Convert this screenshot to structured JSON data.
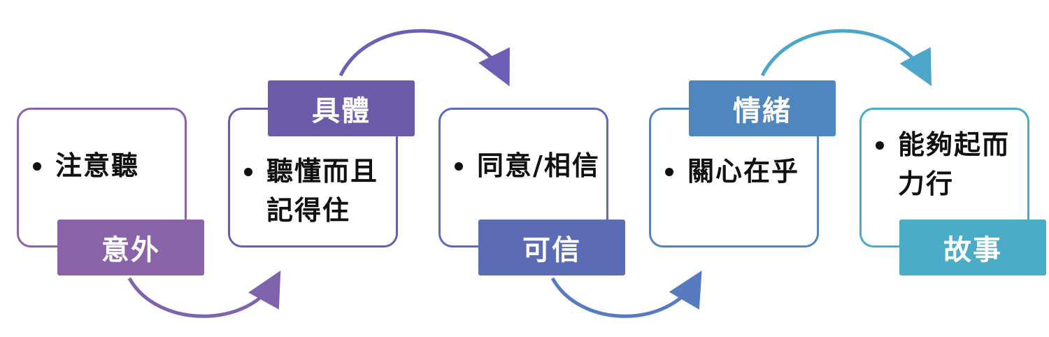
{
  "colors": {
    "stage1": "#8a63a8",
    "stage2": "#6b5ba8",
    "stage3": "#5b6bb5",
    "stage4": "#4f86bd",
    "stage5": "#4aacc6",
    "arrow1": "#7f64ad",
    "arrow2": "#6d5db4",
    "arrow3": "#577ac0",
    "arrow4": "#4da6c9"
  },
  "stages": [
    {
      "label": "意外",
      "bullet_lines": [
        "注意聽"
      ]
    },
    {
      "label": "具體",
      "bullet_lines": [
        "聽懂而且",
        "記得住"
      ]
    },
    {
      "label": "可信",
      "bullet_lines": [
        "同意/相信"
      ]
    },
    {
      "label": "情緒",
      "bullet_lines": [
        "關心在乎"
      ]
    },
    {
      "label": "故事",
      "bullet_lines": [
        "能夠起而",
        "力行"
      ]
    }
  ]
}
